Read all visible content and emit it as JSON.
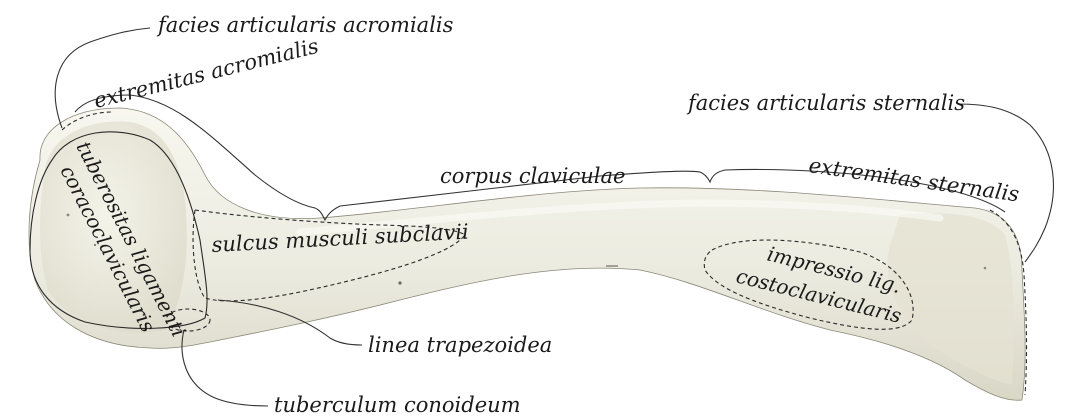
{
  "labels": {
    "facies_articularis_acromialis": "facies articularis acromialis",
    "extremitas_acromialis": "extremitas acromialis",
    "facies_articularis_sternalis": "facies articularis sternalis",
    "corpus_claviculae": "corpus claviculae",
    "extremitas_sternalis": "extremitas sternalis",
    "tuberositas_line1": "tuberositas ligamenti",
    "tuberositas_line2": "coracoclavicularis",
    "sulcus_musculi_subclavii": "sulcus musculi subclavii",
    "impressio_line1": "impressio lig.",
    "impressio_line2": "costoclavicularis",
    "linea_trapezoidea": "linea trapezoidea",
    "tuberculum_conoideum": "tuberculum conoideum"
  },
  "colors": {
    "bone_fill": "#ecebe0",
    "bone_shade": "#d6d4c4",
    "bone_highlight": "#f7f6ee",
    "outline": "#2a2a2a",
    "text": "#1a1a1a"
  }
}
